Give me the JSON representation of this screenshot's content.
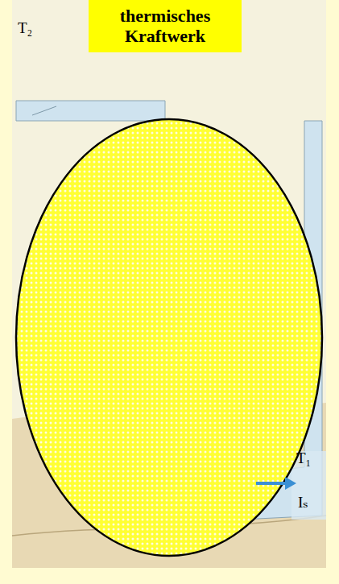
{
  "diagram": {
    "nodes": [
      {
        "text": [
          "thermisches Kraftwerk"
        ]
      }
    ],
    "labels": [
      "T₂",
      "T₁",
      "Iₛ"
    ]
  }
}
